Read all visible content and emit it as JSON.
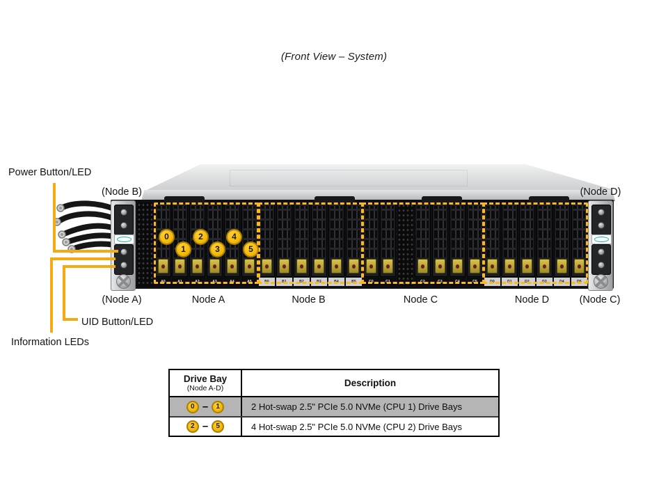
{
  "title": "(Front View – System)",
  "callouts": {
    "power": "Power Button/LED",
    "uid": "UID Button/LED",
    "info": "Information LEDs"
  },
  "nodes": {
    "b_top": "(Node B)",
    "d_top": "(Node D)",
    "a_bottom": "(Node A)",
    "a": "Node A",
    "b": "Node B",
    "c": "Node C",
    "d": "Node D",
    "c_bottom": "(Node C)"
  },
  "chassis": {
    "bay_callouts": [
      "0",
      "1",
      "2",
      "3",
      "4",
      "5"
    ],
    "bay_labels": {
      "a": [
        "A0",
        "A1",
        "A2",
        "A3",
        "A4",
        "A5"
      ],
      "b": [
        "B0",
        "B1",
        "B2",
        "B3",
        "B4",
        "B5"
      ],
      "c": [
        "C0",
        "C1",
        "C2",
        "C3",
        "C4",
        "C5"
      ],
      "d": [
        "D0",
        "D1",
        "D2",
        "D3",
        "D4",
        "D5"
      ]
    }
  },
  "table": {
    "header": {
      "drive_bay": "Drive Bay",
      "node_range": "(Node A-D)",
      "description": "Description"
    },
    "range_dash": "–",
    "rows": [
      {
        "start": "0",
        "end": "1",
        "description": "2 Hot-swap 2.5\" PCIe 5.0 NVMe (CPU 1) Drive Bays"
      },
      {
        "start": "2",
        "end": "5",
        "description": "4 Hot-swap 2.5\" PCIe 5.0 NVMe (CPU 2) Drive Bays"
      }
    ]
  },
  "colors": {
    "leader_line_yellow": "#f3aa13",
    "dashed_outline_yellow": "#ffb81c",
    "callout_circle_fill": "#f2b705",
    "table_row_gray": "#b5b5b5"
  }
}
